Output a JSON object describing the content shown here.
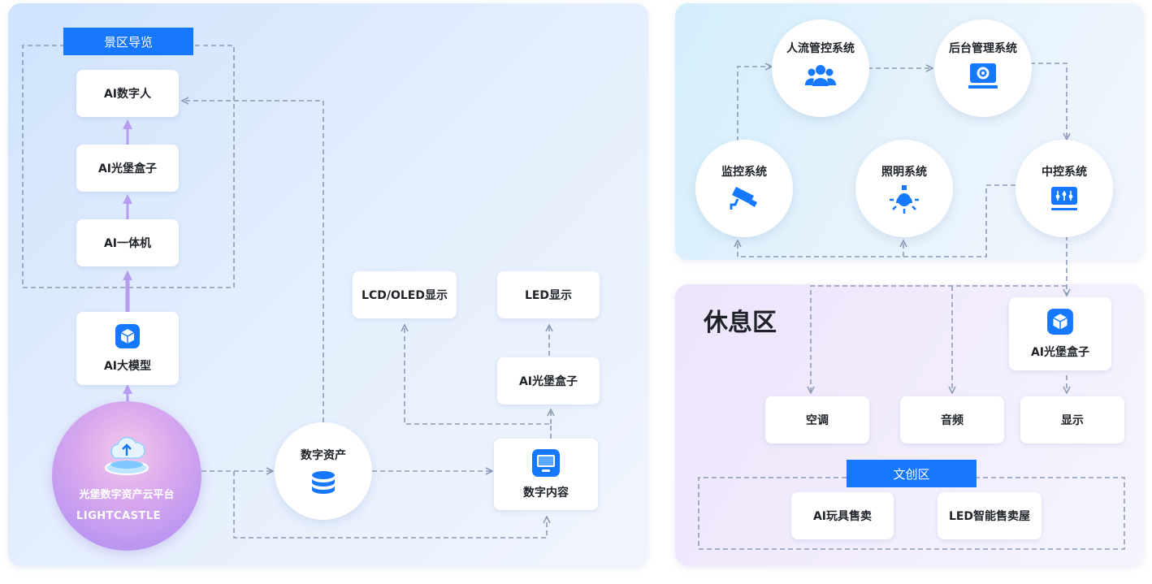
{
  "colors": {
    "accent": "#1677ff",
    "arrow_solid": "#b79cf2",
    "dashed_line": "#8d9bb5"
  },
  "guide": {
    "title": "景区导览",
    "items": [
      "AI数字人",
      "AI光堡盒子",
      "AI一体机"
    ]
  },
  "model": {
    "label": "AI大模型",
    "icon": "cube-icon"
  },
  "platform": {
    "name": "光堡数字资产云平台",
    "brand": "LIGHTCASTLE",
    "icon": "cloud-upload-icon"
  },
  "asset": {
    "label": "数字资产",
    "icon": "database-icon"
  },
  "content": {
    "label": "数字内容",
    "icon": "monitor-icon"
  },
  "displays": {
    "lcd": "LCD/OLED显示",
    "led": "LED显示",
    "box": "AI光堡盒子"
  },
  "systems": {
    "crowd": {
      "label": "人流管控系统",
      "icon": "people-icon"
    },
    "backend": {
      "label": "后台管理系统",
      "icon": "gear-screen-icon"
    },
    "monitor": {
      "label": "监控系统",
      "icon": "camera-icon"
    },
    "lighting": {
      "label": "照明系统",
      "icon": "bulb-icon"
    },
    "central": {
      "label": "中控系统",
      "icon": "control-panel-icon"
    }
  },
  "rest": {
    "title": "休息区",
    "box": {
      "label": "AI光堡盒子",
      "icon": "cube-icon"
    },
    "devices": [
      "空调",
      "音频",
      "显示"
    ]
  },
  "creative": {
    "title": "文创区",
    "items": [
      "AI玩具售卖",
      "LED智能售卖屋"
    ]
  }
}
